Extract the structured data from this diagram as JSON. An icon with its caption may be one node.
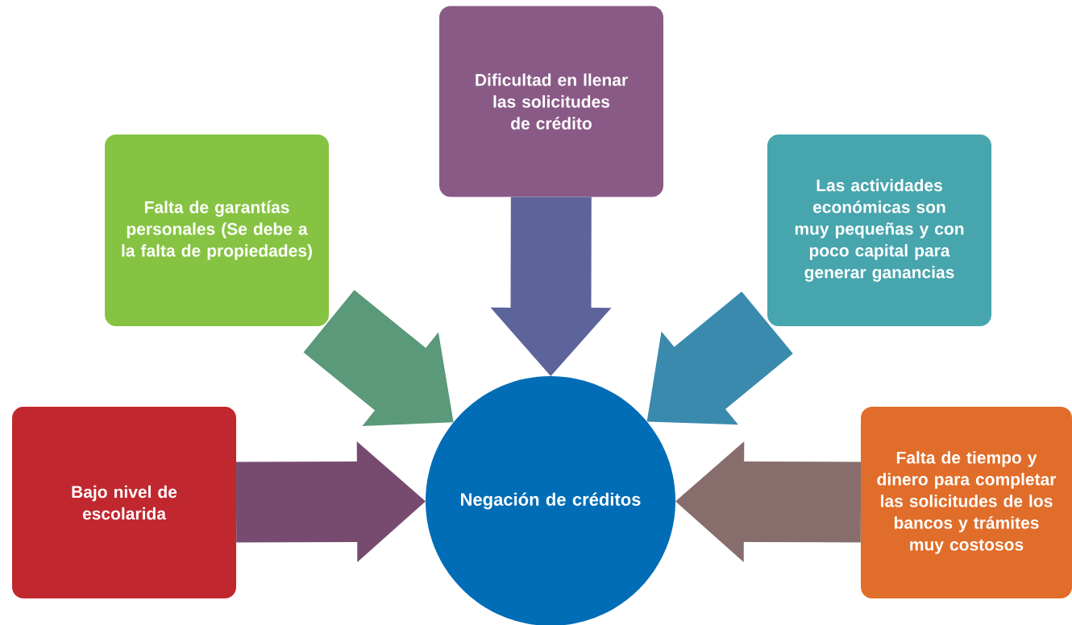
{
  "diagram": {
    "nodes": [
      {
        "text": [
          "Dificultad en llenar las solicitudes de crédito"
        ]
      },
      {
        "text": [
          "Falta de garantías personales (Se debe a la falta de propiedades)"
        ]
      },
      {
        "text": [
          "Las actividades económicas son muy pequeñas y con poco capital para generar ganancias"
        ]
      },
      {
        "text": [
          "Bajo nivel de escolarida"
        ]
      },
      {
        "text": [
          "Negación de créditos"
        ]
      },
      {
        "text": [
          "Falta de tiempo y dinero para completar las solicitudes de los bancos y trámites muy costosos"
        ]
      }
    ],
    "edges": [
      {
        "from": 0,
        "to": 4,
        "arrow": "to"
      },
      {
        "from": 1,
        "to": 4,
        "arrow": "to"
      },
      {
        "from": 2,
        "to": 4,
        "arrow": "to"
      },
      {
        "from": 3,
        "to": 4,
        "arrow": "to"
      },
      {
        "from": 5,
        "to": 4,
        "arrow": "to"
      }
    ]
  }
}
